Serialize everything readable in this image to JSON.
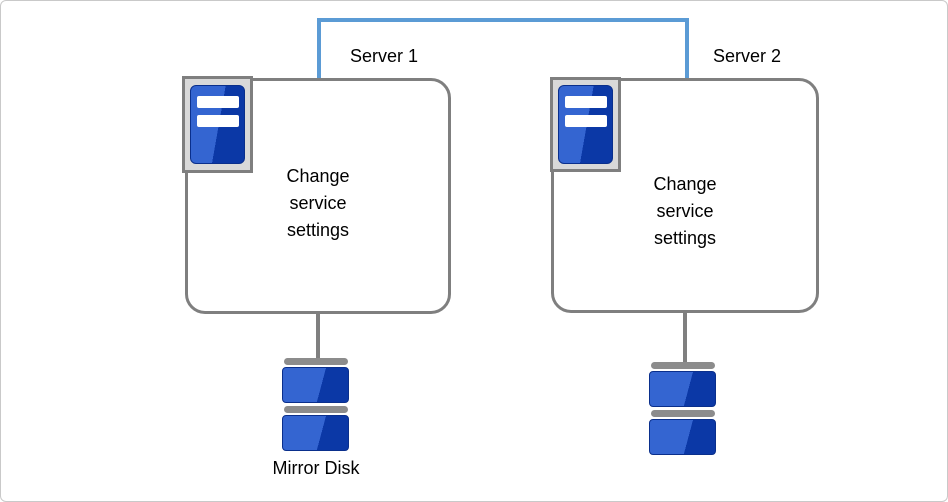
{
  "figure": {
    "server1_label": "Server 1",
    "server2_label": "Server 2",
    "server1_box_text": "Change\nservice\nsettings",
    "server2_box_text": "Change\nservice\nsettings",
    "mirror_disk_label": "Mirror Disk"
  },
  "icons": {
    "server1": "server-icon",
    "server2": "server-icon",
    "disk1": "disk-stack-icon",
    "disk2": "disk-stack-icon",
    "connector": "network-link-line"
  },
  "colors": {
    "connector_blue": "#5b9bd5",
    "box_border_gray": "#7f7f7f",
    "icon_frame_fill": "#d9d9d9",
    "server_blue_light": "#3465d1",
    "server_blue_dark": "#0b38a6",
    "disk_cap_gray": "#8c8c8c",
    "canvas_border": "#c9c9c9",
    "background": "#ffffff",
    "text": "#000000"
  }
}
